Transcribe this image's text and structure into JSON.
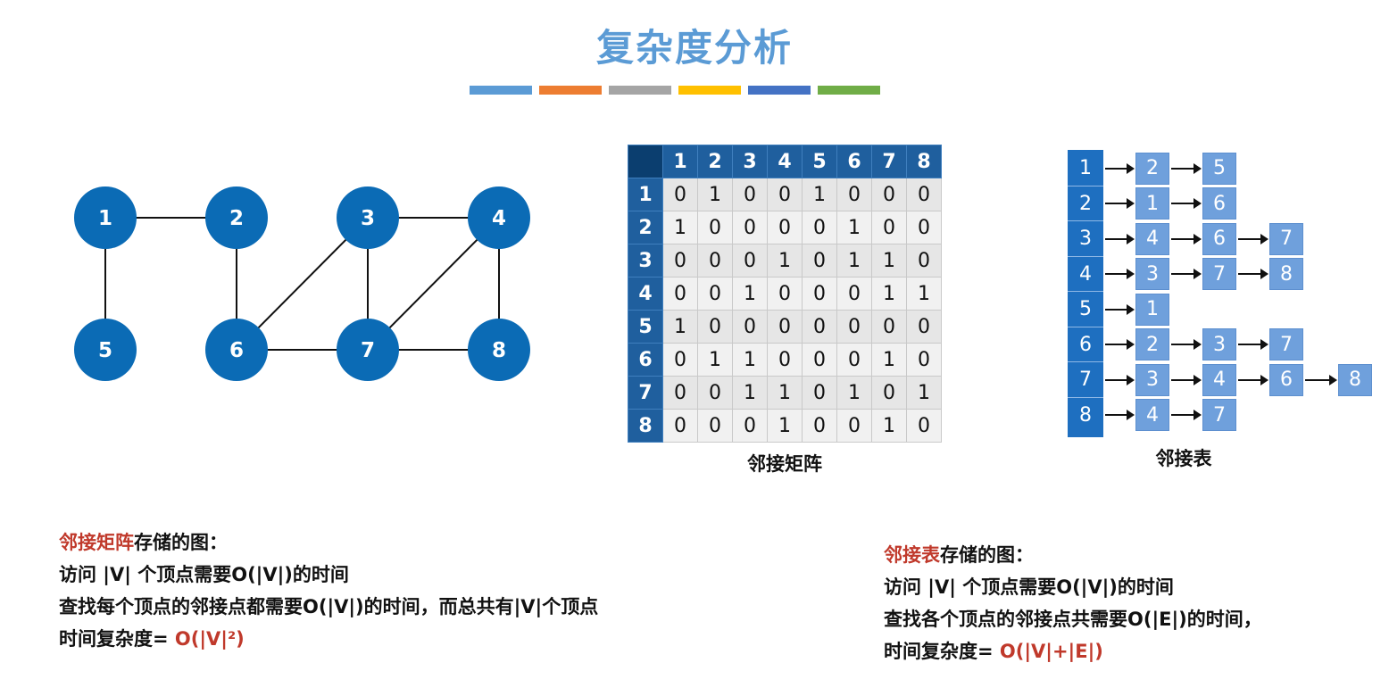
{
  "title": "复杂度分析",
  "accent_colors": [
    "#5b9bd5",
    "#ed7d31",
    "#a5a5a5",
    "#ffc000",
    "#4472c4",
    "#70ad47"
  ],
  "graph": {
    "node_color": "#0b6bb5",
    "nodes": [
      "1",
      "2",
      "3",
      "4",
      "5",
      "6",
      "7",
      "8"
    ],
    "edges": [
      [
        "1",
        "2"
      ],
      [
        "1",
        "5"
      ],
      [
        "2",
        "6"
      ],
      [
        "3",
        "4"
      ],
      [
        "3",
        "6"
      ],
      [
        "3",
        "7"
      ],
      [
        "4",
        "7"
      ],
      [
        "4",
        "8"
      ],
      [
        "6",
        "7"
      ],
      [
        "7",
        "8"
      ]
    ]
  },
  "matrix": {
    "caption": "邻接矩阵",
    "headers": [
      "1",
      "2",
      "3",
      "4",
      "5",
      "6",
      "7",
      "8"
    ],
    "rows": [
      [
        "0",
        "1",
        "0",
        "0",
        "1",
        "0",
        "0",
        "0"
      ],
      [
        "1",
        "0",
        "0",
        "0",
        "0",
        "1",
        "0",
        "0"
      ],
      [
        "0",
        "0",
        "0",
        "1",
        "0",
        "1",
        "1",
        "0"
      ],
      [
        "0",
        "0",
        "1",
        "0",
        "0",
        "0",
        "1",
        "1"
      ],
      [
        "1",
        "0",
        "0",
        "0",
        "0",
        "0",
        "0",
        "0"
      ],
      [
        "0",
        "1",
        "1",
        "0",
        "0",
        "0",
        "1",
        "0"
      ],
      [
        "0",
        "0",
        "1",
        "1",
        "0",
        "1",
        "0",
        "1"
      ],
      [
        "0",
        "0",
        "0",
        "1",
        "0",
        "0",
        "1",
        "0"
      ]
    ]
  },
  "adjacency_list": {
    "caption": "邻接表",
    "vertices": [
      "1",
      "2",
      "3",
      "4",
      "5",
      "6",
      "7",
      "8"
    ],
    "lists": [
      [
        "2",
        "5"
      ],
      [
        "1",
        "6"
      ],
      [
        "4",
        "6",
        "7"
      ],
      [
        "3",
        "7",
        "8"
      ],
      [
        "1"
      ],
      [
        "2",
        "3",
        "7"
      ],
      [
        "3",
        "4",
        "6",
        "8"
      ],
      [
        "4",
        "7"
      ]
    ]
  },
  "left_text": {
    "label_red": "邻接矩阵",
    "label_rest": "存储的图：",
    "line1": "访问 |V| 个顶点需要O(|V|)的时间",
    "line2": "查找每个顶点的邻接点都需要O(|V|)的时间，而总共有|V|个顶点",
    "complexity_label": "时间复杂度= ",
    "complexity_value": "O(|V|²)"
  },
  "right_text": {
    "label_red": "邻接表",
    "label_rest": "存储的图：",
    "line1": "访问 |V| 个顶点需要O(|V|)的时间",
    "line2": "查找各个顶点的邻接点共需要O(|E|)的时间，",
    "complexity_label": "时间复杂度= ",
    "complexity_value": "O(|V|+|E|)"
  }
}
